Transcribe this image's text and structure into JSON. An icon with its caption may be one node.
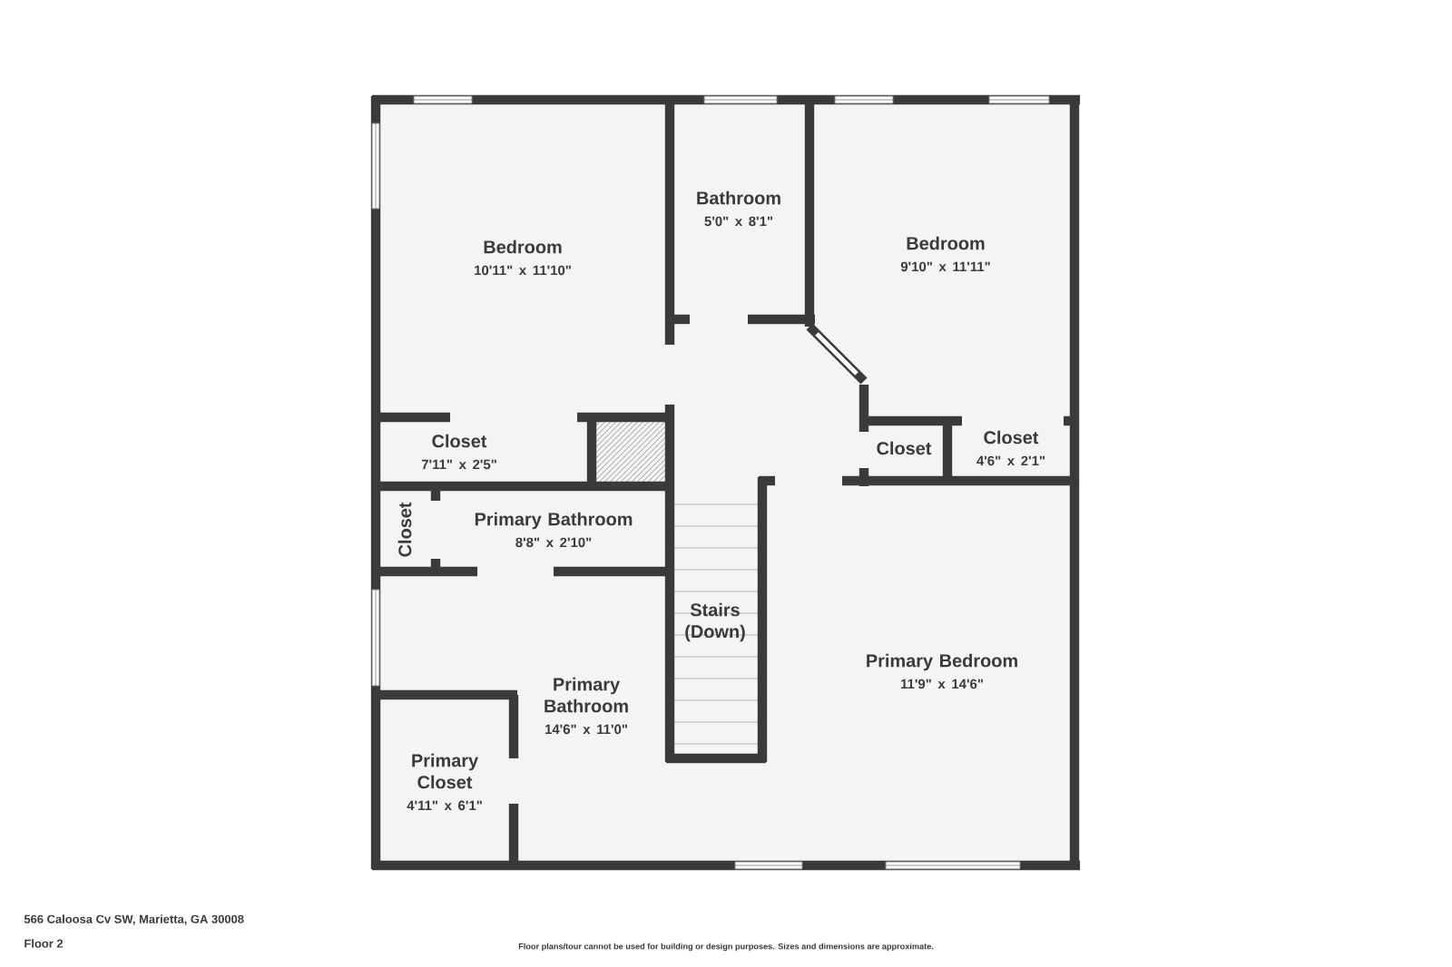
{
  "diagram": {
    "nodes": [
      {
        "text": [
          "Bedroom",
          "10'11\" x 11'10\""
        ]
      },
      {
        "text": [
          "Bathroom",
          "5'0\" x 8'1\""
        ]
      },
      {
        "text": [
          "Bedroom",
          "9'10\" x 11'11\""
        ]
      },
      {
        "text": [
          "Closet",
          "7'11\" x 2'5\""
        ]
      },
      {
        "text": [
          "Closet"
        ]
      },
      {
        "text": [
          "Closet",
          "4'6\" x 2'1\""
        ]
      },
      {
        "text": [
          "Closet"
        ]
      },
      {
        "text": [
          "Primary Bathroom",
          "8'8\" x 2'10\""
        ]
      },
      {
        "text": [
          "Stairs (Down)"
        ]
      },
      {
        "text": [
          "Primary Bedroom",
          "11'9\" x 14'6\""
        ]
      },
      {
        "text": [
          "Primary Bathroom",
          "14'6\" x 11'0\""
        ]
      },
      {
        "text": [
          "Primary Closet",
          "4'11\" x 6'1\""
        ]
      }
    ],
    "labels": [
      "566 Caloosa Cv SW, Marietta, GA 30008",
      "Floor 2",
      "Floor plans/tour cannot be used for building or design purposes. Sizes and dimensions are approximate."
    ]
  }
}
